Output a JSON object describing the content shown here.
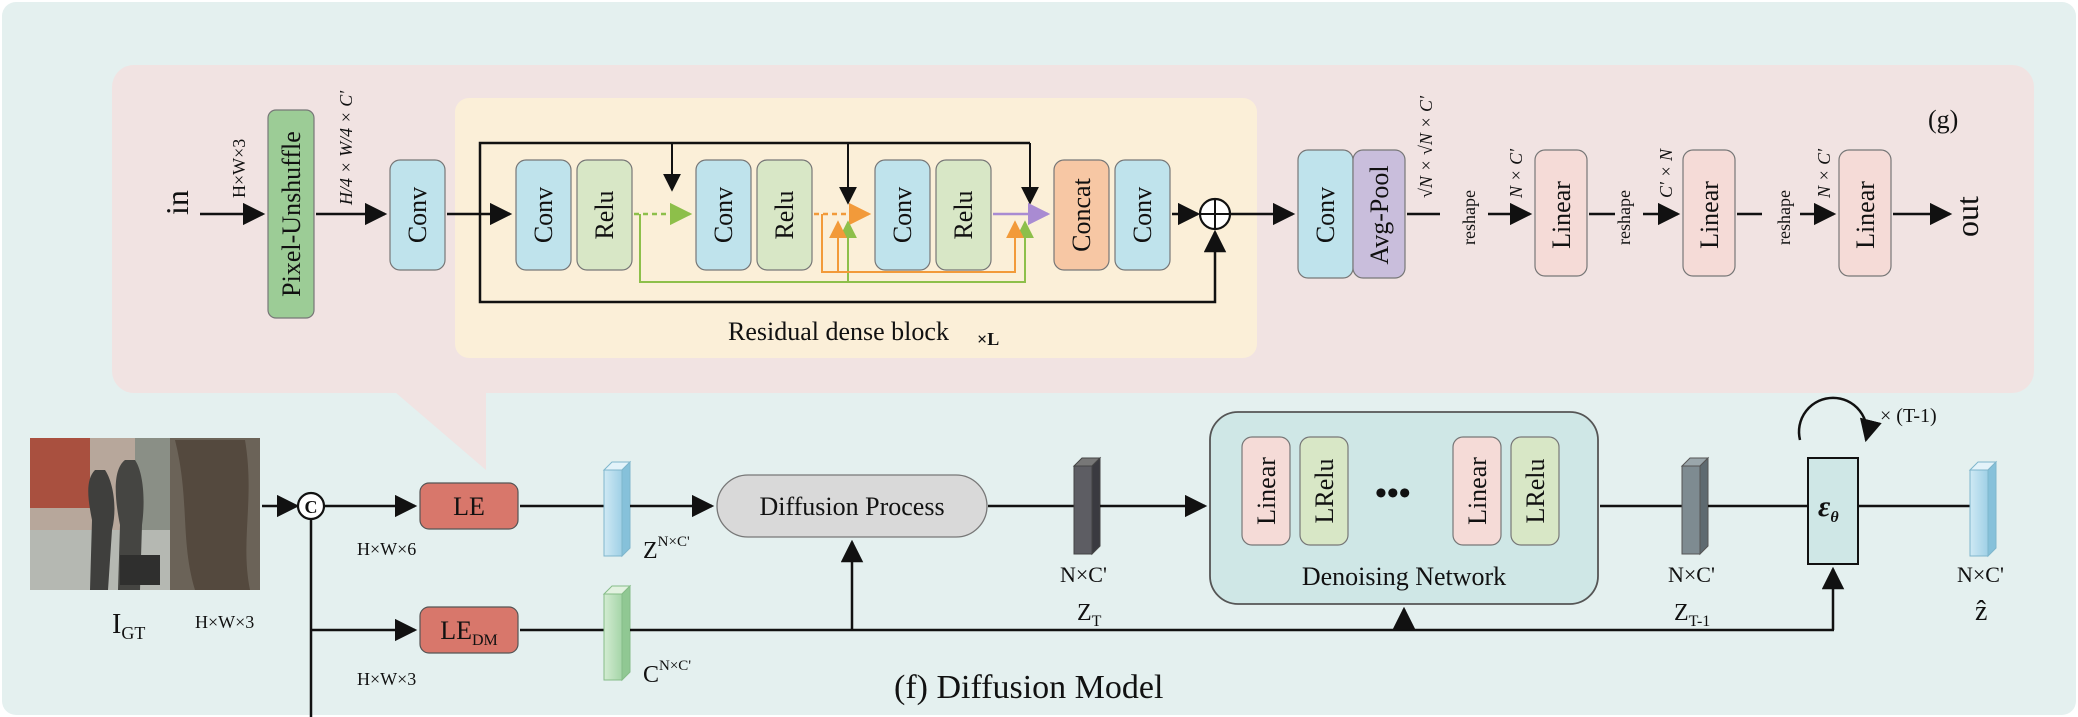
{
  "figure": {
    "panel_g_label": "(g)",
    "panel_f_label": "(f) Diffusion Model"
  },
  "encoder": {
    "in": "in",
    "out": "out",
    "in_dim": "H×W×3",
    "pixel_unshuffle": "Pixel-Unshuffle",
    "unshuffle_dim": "H/4 × W/4 × C'",
    "conv": "Conv",
    "relu": "Relu",
    "concat": "Concat",
    "rdb_label": "Residual dense block",
    "rdb_repeat": "×L",
    "avg_pool": "Avg-Pool",
    "pool_dim": "√N × √N × C'",
    "reshape": "reshape",
    "linear": "Linear",
    "dim_nc": "N × C'",
    "dim_cn": "C' × N"
  },
  "diffusion": {
    "igt_label": "I",
    "igt_sub": "GT",
    "igt_dim": "H×W×3",
    "concat_symbol": "C",
    "le": "LE",
    "le_dm": "LE",
    "le_dm_sub": "DM",
    "le_dim": "H×W×6",
    "le_dm_dim": "H×W×3",
    "z_label": "Z",
    "z_sup": "N×C'",
    "c_label": "C",
    "c_sup": "N×C'",
    "diffusion_process": "Diffusion Process",
    "nc": "N×C'",
    "zt": "Z",
    "zt_sub": "T",
    "zt1": "Z",
    "zt1_sub": "T-1",
    "linear": "Linear",
    "lrelu": "LRelu",
    "ellipsis": "•••",
    "denoising_network": "Denoising Network",
    "loop_label": "× (T-1)",
    "epsilon": "ε",
    "epsilon_sub": "θ",
    "zhat": "ẑ"
  },
  "colors": {
    "outer_bg": "#e4f0ef",
    "g_panel_bg": "#f1e3e2",
    "rdb_bg": "#fbefd8",
    "conv_fill": "#bfe3ec",
    "relu_fill": "#d8e7c6",
    "concat_fill": "#f7c7a4",
    "avgpool_fill": "#c9bedc",
    "linear_fill": "#f5dbd7",
    "pixel_unshuffle_fill": "#9ccc96",
    "le_fill": "#d8776b",
    "diffusion_fill": "#d9d9d9",
    "denoise_bg": "#cfe7e6",
    "green_line": "#8dbf4a",
    "orange_line": "#f29a3a",
    "purple_line": "#a98bd2"
  }
}
